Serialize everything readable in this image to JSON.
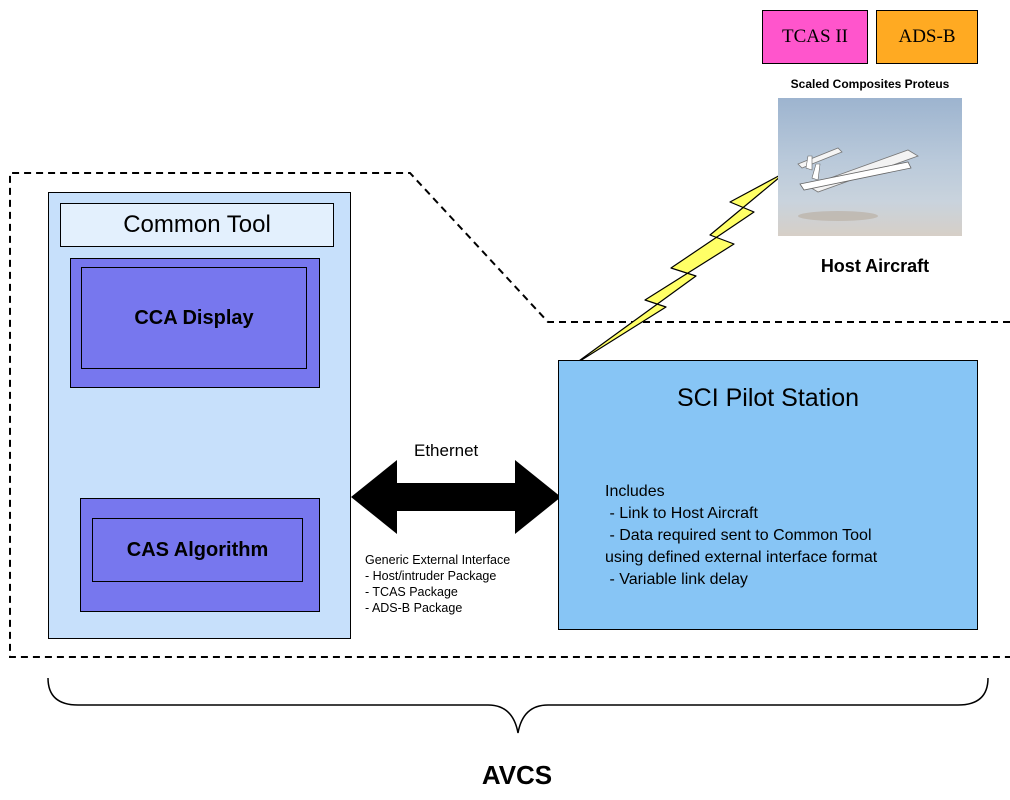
{
  "badges": {
    "tcas": "TCAS II",
    "adsb": "ADS-B"
  },
  "aircraft": {
    "photo_caption": "Scaled Composites Proteus",
    "label": "Host Aircraft"
  },
  "common_tool": {
    "title": "Common Tool",
    "cca_display": "CCA Display",
    "cas_algorithm": "CAS Algorithm"
  },
  "link": {
    "label": "Ethernet",
    "interface_title": "Generic External Interface",
    "packages": [
      "- Host/intruder Package",
      "- TCAS Package",
      "- ADS-B Package"
    ]
  },
  "pilot_station": {
    "title": "SCI Pilot Station",
    "lines": [
      "Includes",
      " - Link to Host Aircraft",
      " - Data required sent to Common Tool",
      "using defined external interface format",
      " - Variable link delay"
    ]
  },
  "footer": {
    "label": "AVCS"
  },
  "colors": {
    "panel": "#c7e0fb",
    "module": "#7777ee",
    "pilot_station": "#87c5f5",
    "flow_arrow": "#22cc22",
    "lightning": "#ffff66",
    "tcas_badge": "#ff55cc",
    "adsb_badge": "#ffaa22"
  }
}
